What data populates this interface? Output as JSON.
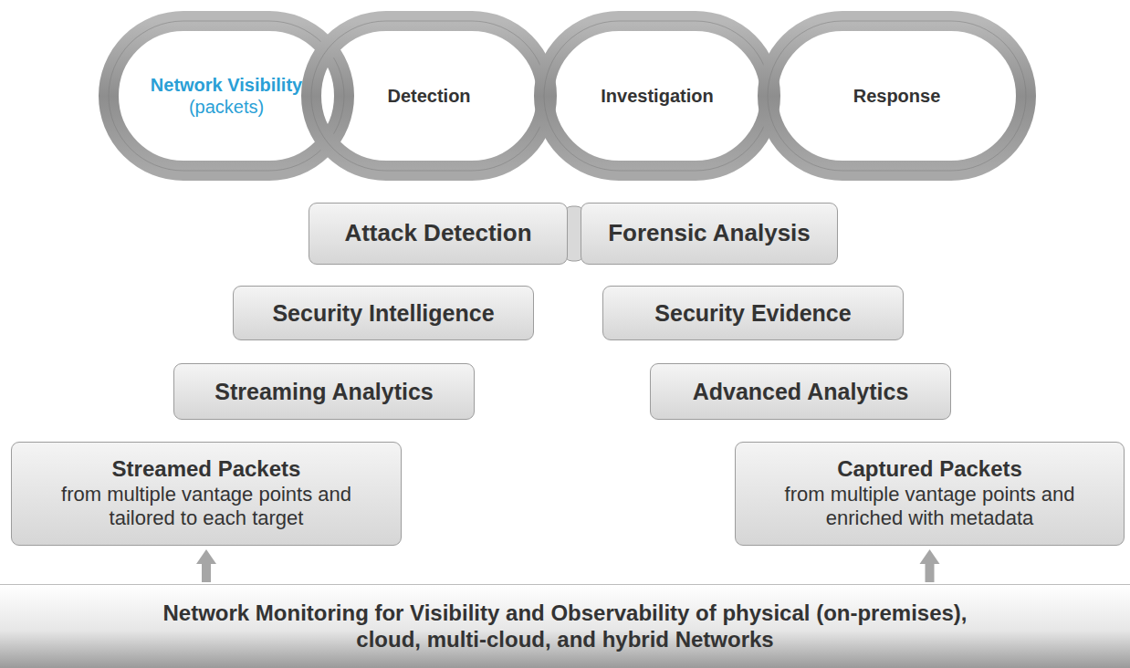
{
  "diagram": {
    "nodes": [
      {
        "text": [
          "Network Visibility",
          "(packets)"
        ]
      },
      {
        "text": [
          "Detection"
        ]
      },
      {
        "text": [
          "Investigation"
        ]
      },
      {
        "text": [
          "Response"
        ]
      },
      {
        "text": [
          "Attack Detection"
        ]
      },
      {
        "text": [
          "Forensic Analysis"
        ]
      },
      {
        "text": [
          "Security Intelligence"
        ]
      },
      {
        "text": [
          "Security Evidence"
        ]
      },
      {
        "text": [
          "Streaming Analytics"
        ]
      },
      {
        "text": [
          "Advanced Analytics"
        ]
      },
      {
        "text": [
          "Streamed Packets",
          "from multiple vantage points and tailored to each target"
        ]
      },
      {
        "text": [
          "Captured Packets",
          "from multiple vantage points and enriched with metadata"
        ]
      },
      {
        "text": [
          "Network Monitoring for Visibility and Observability of physical (on-premises), cloud, multi-cloud, and hybrid Networks"
        ]
      }
    ],
    "edges": [
      {
        "from": 12,
        "to": 10,
        "arrow": "to"
      },
      {
        "from": 12,
        "to": 11,
        "arrow": "to"
      }
    ]
  }
}
